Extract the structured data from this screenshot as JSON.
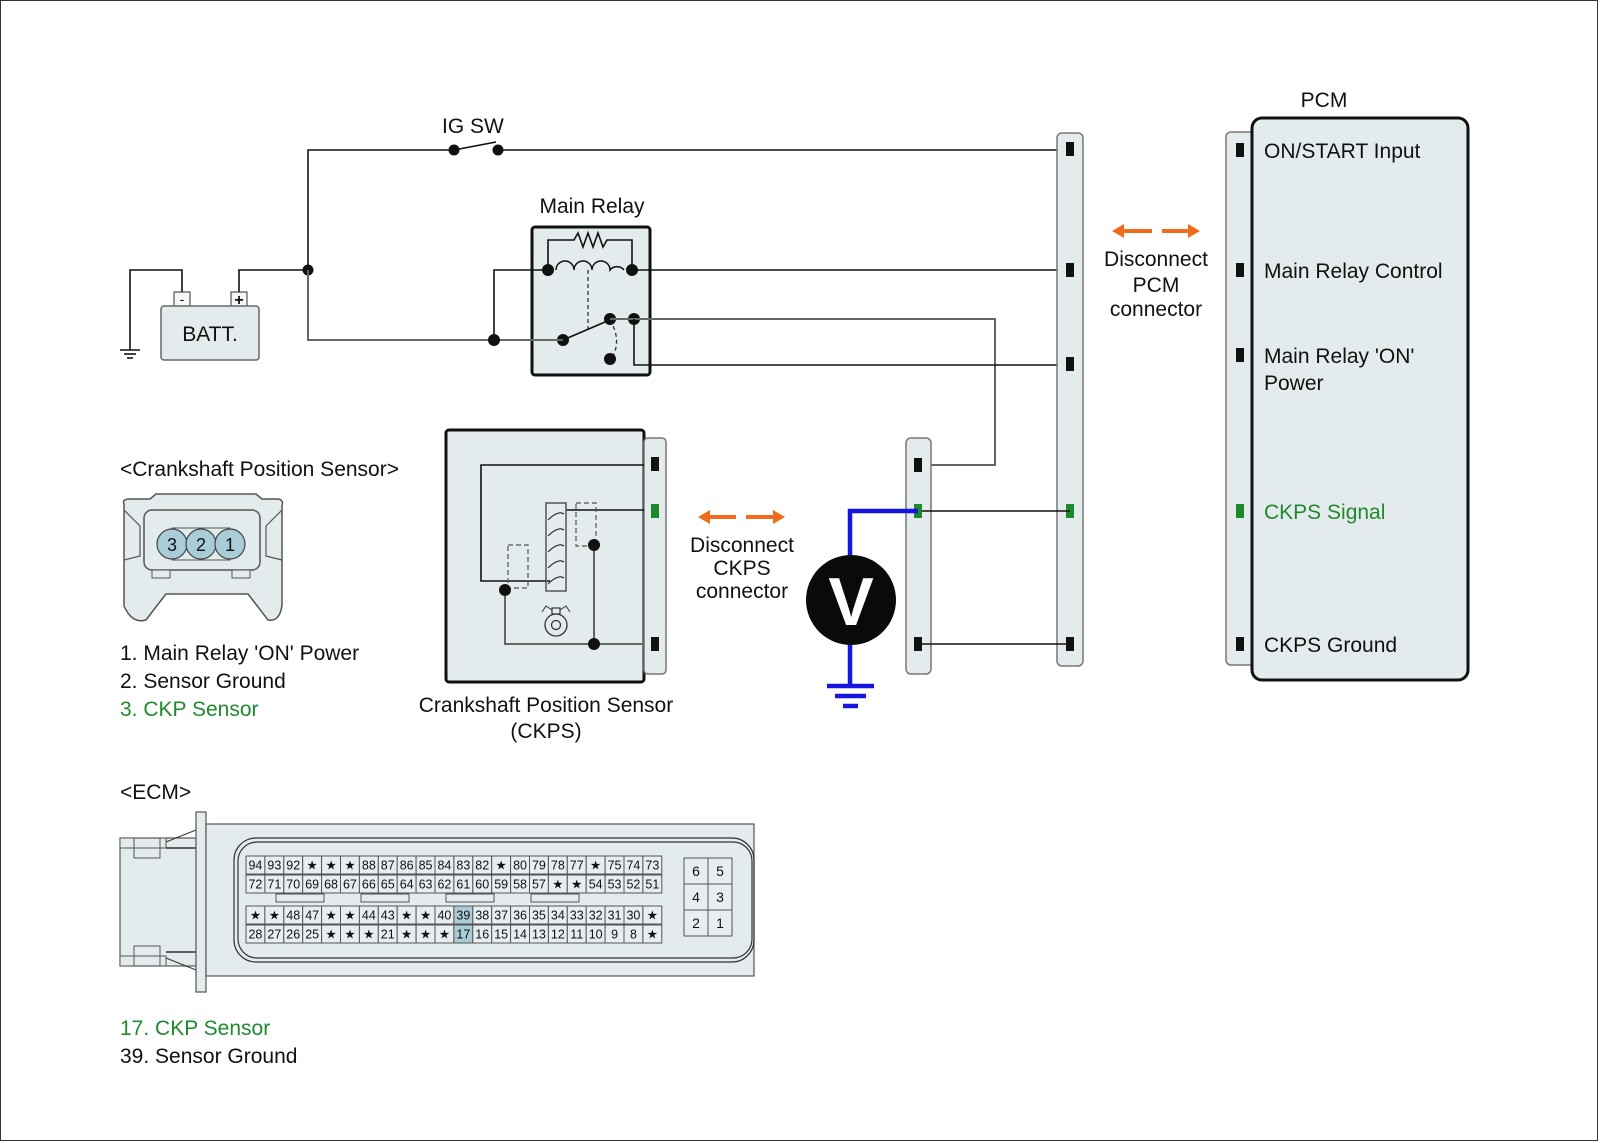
{
  "labels": {
    "ig_sw": "IG SW",
    "main_relay": "Main Relay",
    "batt": "BATT.",
    "batt_neg": "-",
    "batt_pos": "+",
    "pcm_title": "PCM",
    "disconnect_pcm": [
      "Disconnect",
      "PCM",
      "connector"
    ],
    "disconnect_ckps": [
      "Disconnect",
      "CKPS",
      "connector"
    ],
    "ckps_caption": [
      "Crankshaft Position Sensor",
      "(CKPS)"
    ],
    "voltmeter": "V"
  },
  "pcm_pins": [
    {
      "label": "ON/START Input",
      "color": "#111111"
    },
    {
      "label": "Main Relay Control",
      "color": "#111111"
    },
    {
      "label": "Main Relay 'ON'",
      "label2": "Power",
      "color": "#111111"
    },
    {
      "label": "CKPS Signal",
      "color": "#1e8a2e"
    },
    {
      "label": "CKPS Ground",
      "color": "#111111"
    }
  ],
  "ckps_connector": {
    "title": "<Crankshaft Position Sensor>",
    "pins": [
      "3",
      "2",
      "1"
    ],
    "legend": [
      {
        "text": "1. Main Relay 'ON' Power",
        "highlight": false
      },
      {
        "text": "2. Sensor Ground",
        "highlight": false
      },
      {
        "text": "3. CKP Sensor",
        "highlight": true
      }
    ]
  },
  "ecm_connector": {
    "title": "<ECM>",
    "rows": [
      [
        "94",
        "93",
        "92",
        "*",
        "*",
        "*",
        "88",
        "87",
        "86",
        "85",
        "84",
        "83",
        "82",
        "*",
        "80",
        "79",
        "78",
        "77",
        "*",
        "75",
        "74",
        "73"
      ],
      [
        "72",
        "71",
        "70",
        "69",
        "68",
        "67",
        "66",
        "65",
        "64",
        "63",
        "62",
        "61",
        "60",
        "59",
        "58",
        "57",
        "*",
        "*",
        "54",
        "53",
        "52",
        "51"
      ],
      [
        "*",
        "*",
        "48",
        "47",
        "*",
        "*",
        "44",
        "43",
        "*",
        "*",
        "40",
        "39",
        "38",
        "37",
        "36",
        "35",
        "34",
        "33",
        "32",
        "31",
        "30",
        "*"
      ],
      [
        "28",
        "27",
        "26",
        "25",
        "*",
        "*",
        "*",
        "21",
        "*",
        "*",
        "*",
        "17",
        "16",
        "15",
        "14",
        "13",
        "12",
        "11",
        "10",
        "9",
        "8",
        "*"
      ]
    ],
    "highlighted": [
      "39",
      "17"
    ],
    "aux_grid": [
      [
        "6",
        "5"
      ],
      [
        "4",
        "3"
      ],
      [
        "2",
        "1"
      ]
    ],
    "legend": [
      {
        "text": "17. CKP Sensor",
        "highlight": true
      },
      {
        "text": "39. Sensor Ground",
        "highlight": false
      }
    ]
  },
  "colors": {
    "signal_green": "#1e8a2e",
    "arrow_orange": "#f26a1b",
    "probe_blue": "#1515e0",
    "box_fill": "#e4ebed",
    "pin_highlight": "#a9ccd6"
  }
}
